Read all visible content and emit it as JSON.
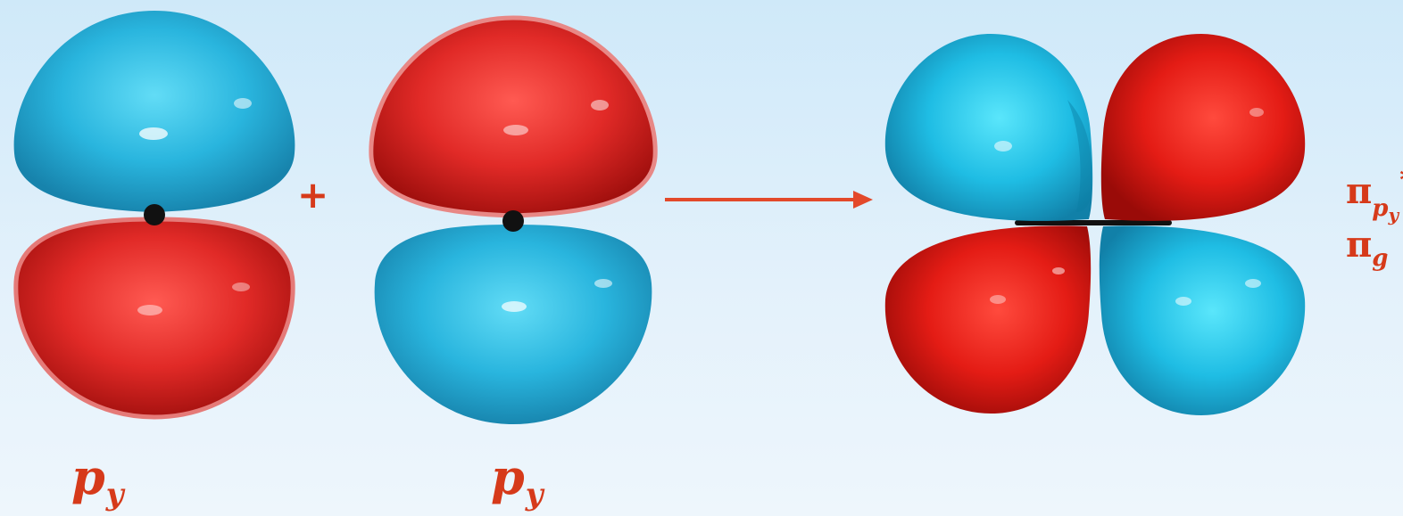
{
  "colors": {
    "positive_lobe": "#27b3dd",
    "negative_lobe": "#e12a27",
    "nucleus": "#111111",
    "label": "#d63a1a",
    "arrow": "#e3492a"
  },
  "operator": "+",
  "left_orbital": {
    "label": "p",
    "subscript": "y"
  },
  "right_orbital": {
    "label": "p",
    "subscript": "y"
  },
  "product": {
    "symbol": "π",
    "star_subscript_letter": "p",
    "star_subscript_index": "y",
    "star_superscript": "*",
    "gerade_subscript": "g"
  }
}
